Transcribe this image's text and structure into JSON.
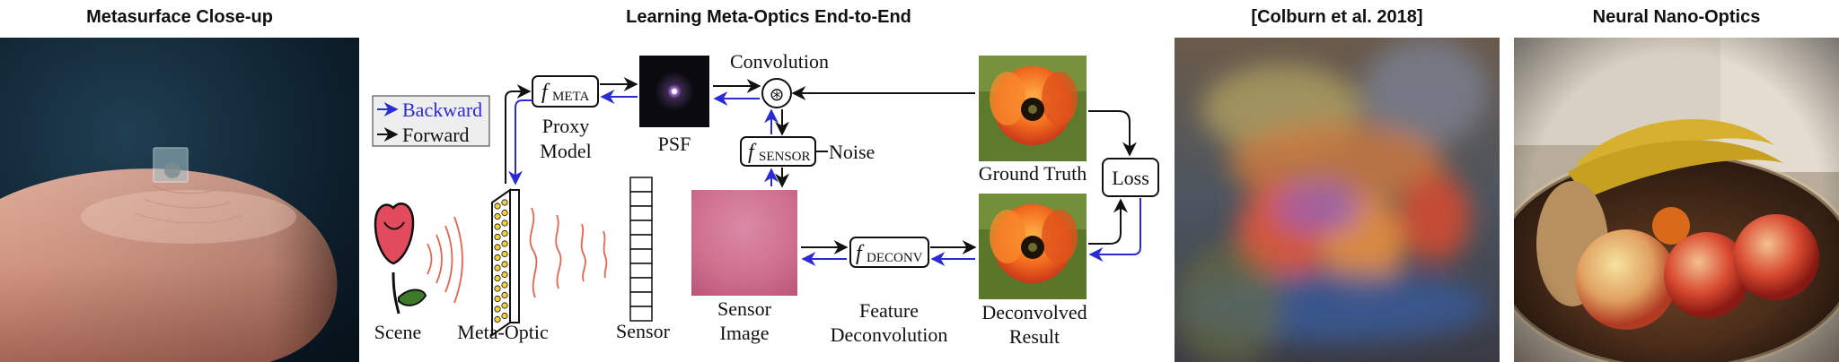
{
  "panels": {
    "closeup_title": "Metasurface Close-up",
    "pipeline_title": "Learning Meta-Optics End-to-End",
    "colburn_title": "[Colburn et al. 2018]",
    "neural_title": "Neural Nano-Optics"
  },
  "diagram": {
    "legend": {
      "backward": "Backward",
      "forward": "Forward"
    },
    "f_meta": {
      "f": "f",
      "sub": "META"
    },
    "proxy_model": [
      "Proxy",
      "Model"
    ],
    "psf": "PSF",
    "convolution": "Convolution",
    "conv_symbol": "⊛",
    "f_sensor": {
      "f": "f",
      "sub": "SENSOR"
    },
    "noise": "Noise",
    "ground_truth": "Ground Truth",
    "loss": "Loss",
    "scene": "Scene",
    "meta_optic": "Meta-Optic",
    "sensor": "Sensor",
    "sensor_image": [
      "Sensor",
      "Image"
    ],
    "f_deconv": {
      "f": "f",
      "sub": "DECONV"
    },
    "feature_deconvolution": [
      "Feature",
      "Deconvolution"
    ],
    "deconvolved_result": [
      "Deconvolved",
      "Result"
    ]
  },
  "colors": {
    "backward": "#2b2bd6",
    "forward": "#111111",
    "wave": "#e8634f"
  }
}
